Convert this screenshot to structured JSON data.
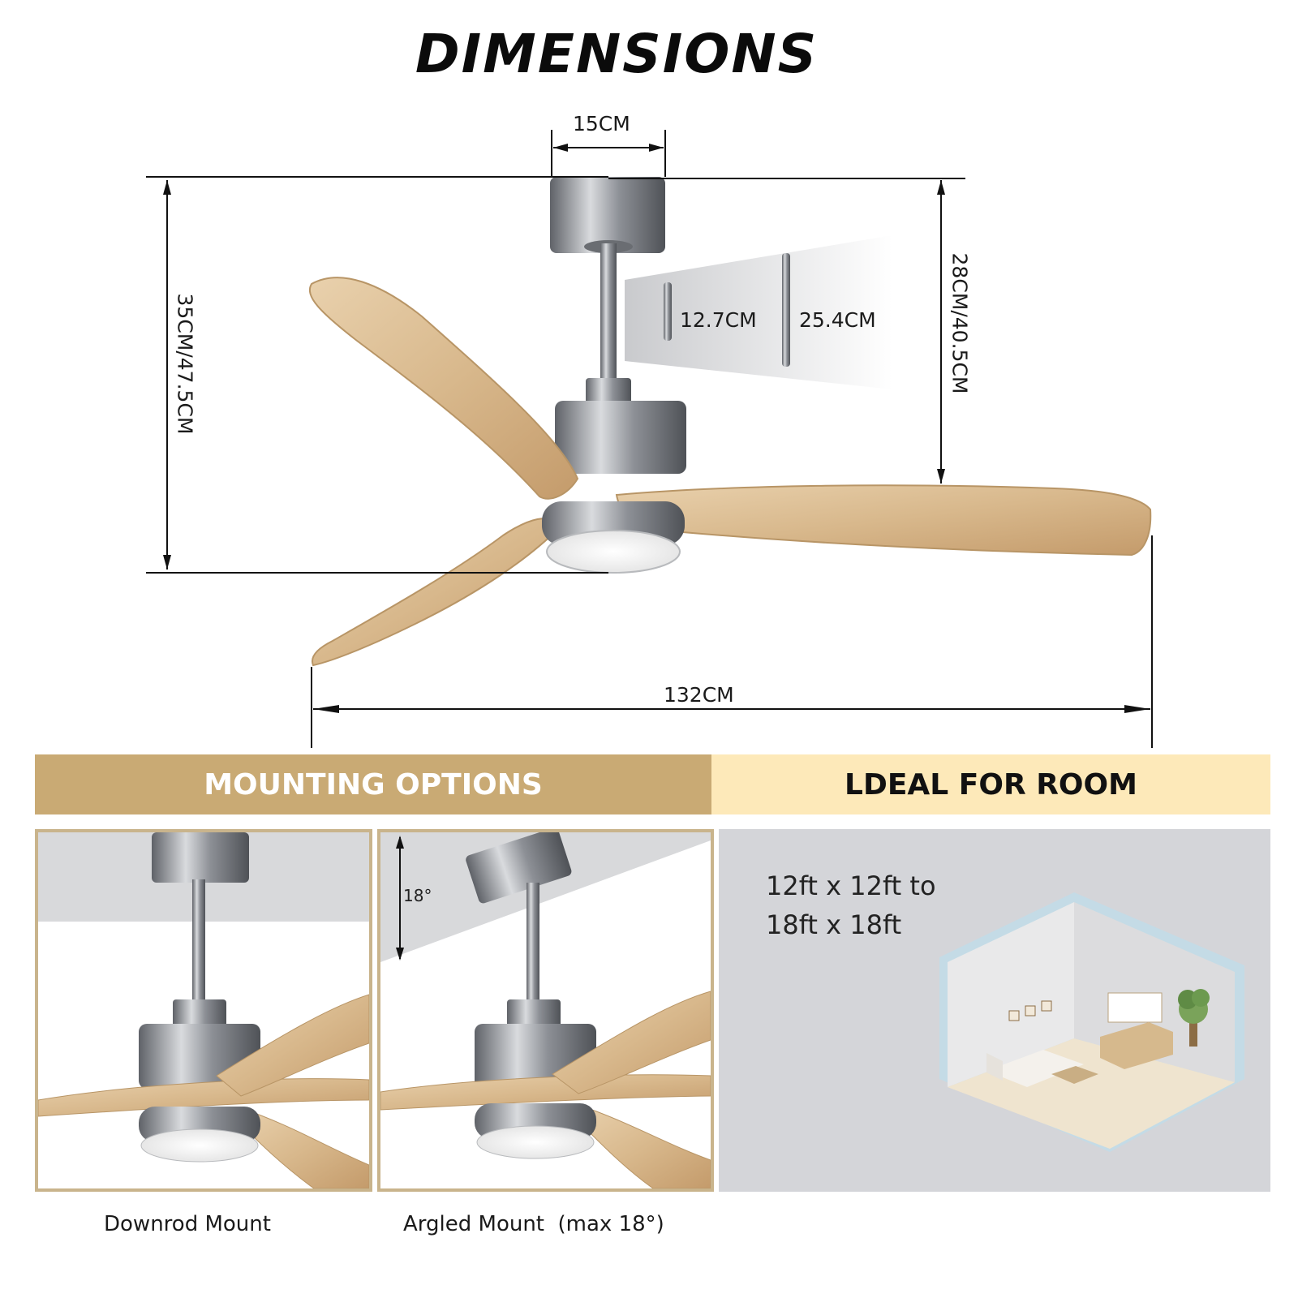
{
  "title": "DIMENSIONS",
  "dimensions": {
    "canopy_width": "15CM",
    "overall_height": "35CM/47.5CM",
    "height_to_blade": "28CM/40.5CM",
    "downrod_short": "12.7CM",
    "downrod_long": "25.4CM",
    "span": "132CM"
  },
  "sections": {
    "mounting": "MOUNTING OPTIONS",
    "room": "LDEAL FOR ROOM"
  },
  "mounts": {
    "downrod": "Downrod Mount",
    "angled": "Argled Mount  (max 18°)",
    "angle": "18°"
  },
  "room": {
    "line1": "12ft x 12ft to",
    "line2": "18ft x 18ft"
  },
  "colors": {
    "mount_band": "#c9aa74",
    "room_band": "#fde9b9",
    "wood": "#d9b98e",
    "metal": "#9a9da3"
  }
}
